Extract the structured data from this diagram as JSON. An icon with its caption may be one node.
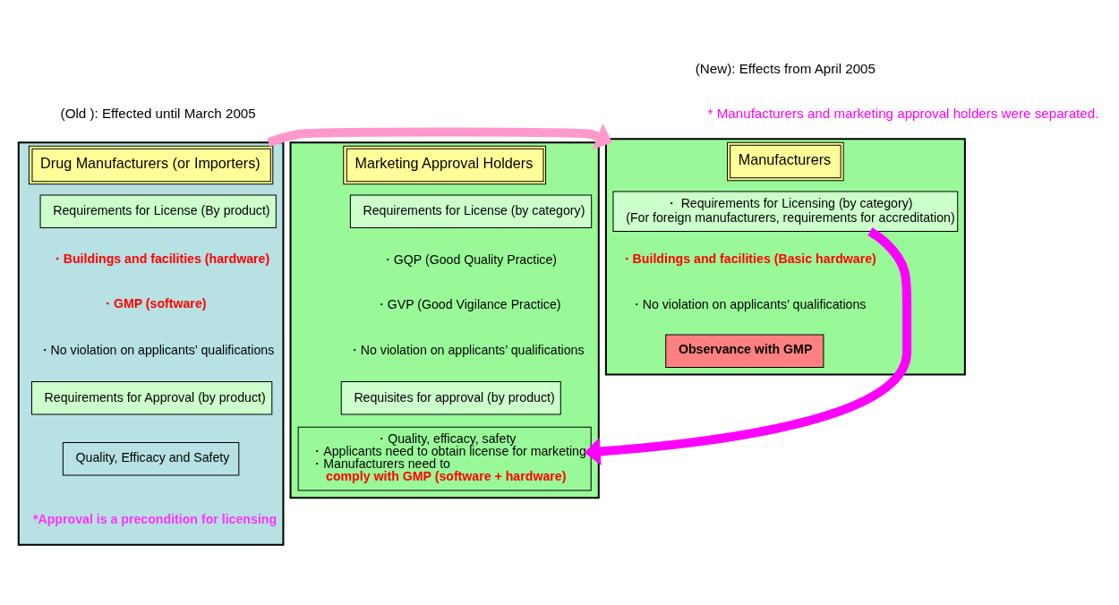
{
  "diagram": {
    "nodes": [
      {
        "text": [
          "Drug Manufacturers (or Importers)",
          "・Buildings and facilities (hardware)",
          "・GMP (software)",
          "・No violation on applicants’ qualifications",
          "*Approval is a precondition for licensing"
        ]
      },
      {
        "text": [
          "Requirements for License (By product)"
        ],
        "in": 0
      },
      {
        "text": [
          "Requirements for Approval (by product)"
        ],
        "in": 0
      },
      {
        "text": [
          "Quality, Efficacy and Safety"
        ],
        "in": 0
      },
      {
        "text": [
          "Manufacturers",
          "・Buildings and facilities (Basic hardware)",
          "・No violation on applicants’ qualifications"
        ]
      },
      {
        "text": [
          "・ Requirements for Licensing (by category)",
          "(For foreign manufacturers, requirements for accreditation)"
        ],
        "in": 4
      },
      {
        "text": [
          "Observance with GMP"
        ],
        "in": 4
      },
      {
        "text": [
          "Marketing Approval Holders",
          "・GQP (Good Quality Practice)",
          "・GVP (Good Vigilance Practice)",
          "・No violation on applicants’ qualifications"
        ]
      },
      {
        "text": [
          "Requirements for License (by category)"
        ],
        "in": 7
      },
      {
        "text": [
          "Requisites for approval (by product)"
        ],
        "in": 7
      },
      {
        "text": [
          "・Quality, efficacy, safety",
          "・Applicants need to obtain license for marketing",
          "・Manufacturers need to **comply with GMP (software + hardware)**"
        ],
        "in": 7
      }
    ],
    "edges": [
      {
        "from": 0,
        "to": 4,
        "arrow": "to",
        "color": "#ff99cc"
      },
      {
        "from": 5,
        "to": 10,
        "arrow": "to",
        "color": "#ff00ff"
      }
    ],
    "labels": [
      "(Old ): Effected until March 2005",
      "(New): Effects from April 2005",
      "* Manufacturers and marketing approval holders were separated."
    ]
  }
}
